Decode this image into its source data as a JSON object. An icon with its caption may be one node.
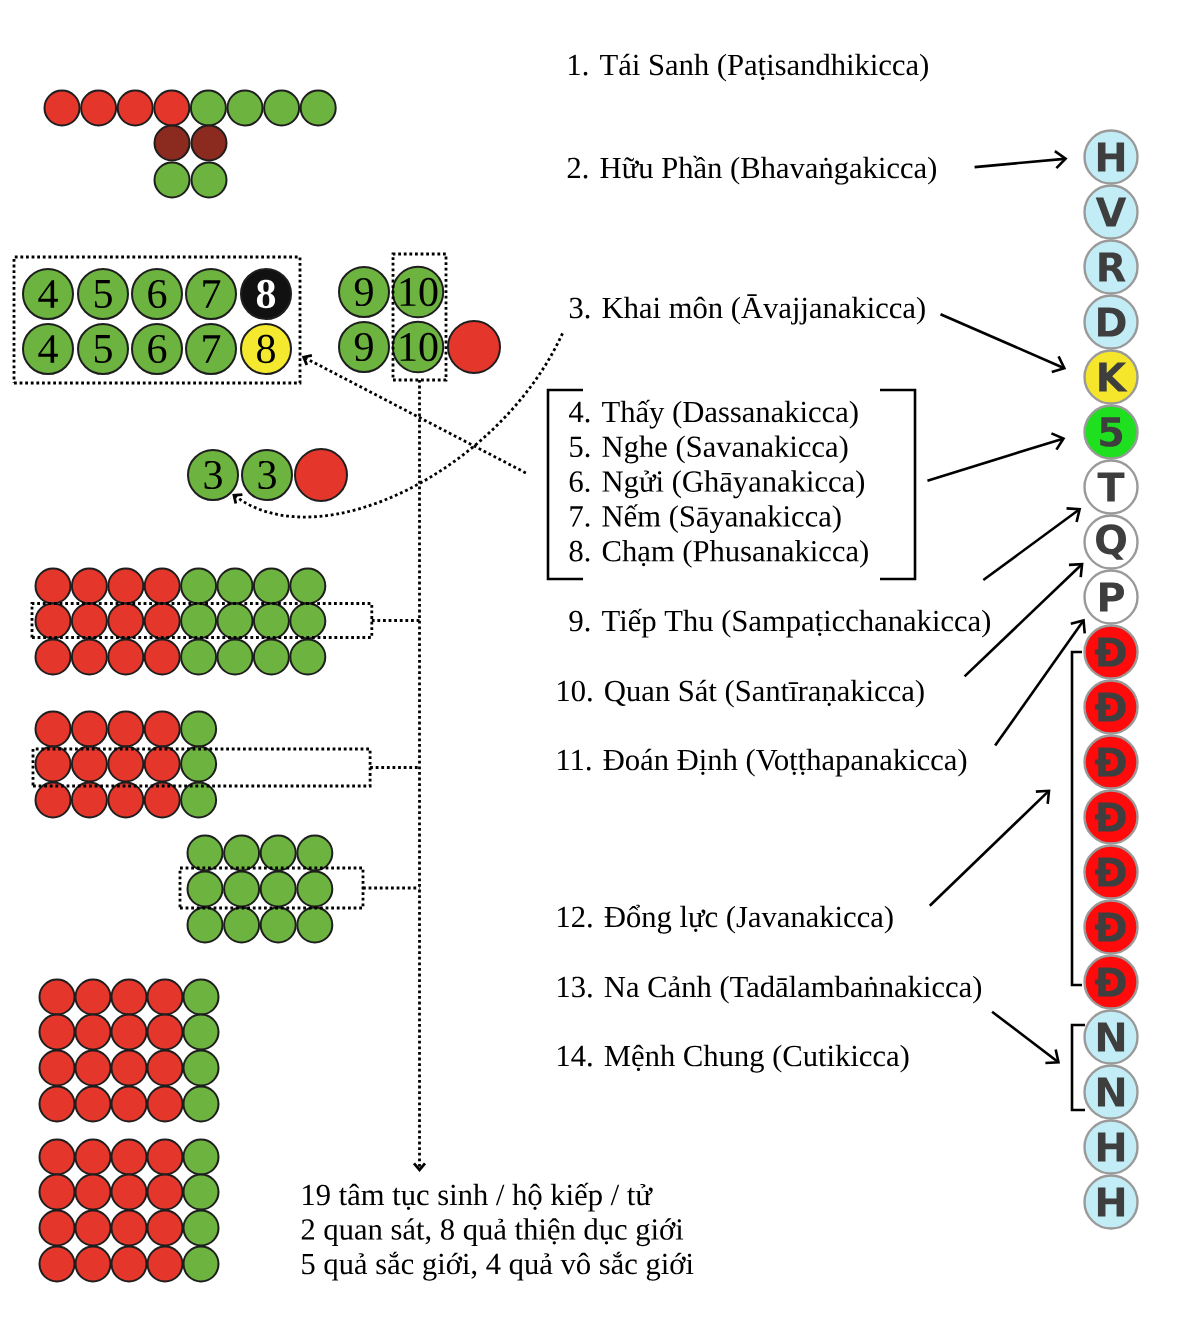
{
  "diagram": {
    "nodes": [
      {
        "text": [],
        "shape": "circle"
      },
      {
        "text": [],
        "shape": "circle"
      },
      {
        "text": [],
        "shape": "circle"
      },
      {
        "text": [],
        "shape": "circle"
      },
      {
        "text": [],
        "shape": "circle"
      },
      {
        "text": [],
        "shape": "circle"
      },
      {
        "text": [],
        "shape": "circle"
      },
      {
        "text": [],
        "shape": "circle"
      },
      {
        "text": [],
        "shape": "circle"
      },
      {
        "text": [],
        "shape": "circle"
      },
      {
        "text": [],
        "shape": "circle"
      },
      {
        "text": [],
        "shape": "circle"
      },
      {
        "text": [],
        "shape": "box"
      },
      {
        "text": [
          "4"
        ],
        "in": 12
      },
      {
        "text": [
          "5"
        ],
        "in": 12
      },
      {
        "text": [
          "6"
        ],
        "in": 12
      },
      {
        "text": [
          "7"
        ],
        "in": 12
      },
      {
        "text": [
          "8"
        ],
        "in": 12
      },
      {
        "text": [
          "4"
        ],
        "in": 12
      },
      {
        "text": [
          "5"
        ],
        "in": 12
      },
      {
        "text": [
          "6"
        ],
        "in": 12
      },
      {
        "text": [
          "7"
        ],
        "in": 12
      },
      {
        "text": [
          "8"
        ],
        "in": 12
      },
      {
        "text": [
          "9"
        ]
      },
      {
        "text": [],
        "shape": "box"
      },
      {
        "text": [
          "10"
        ],
        "in": 24
      },
      {
        "text": [
          "9"
        ]
      },
      {
        "text": [
          "10"
        ],
        "in": 24
      },
      {
        "text": [],
        "shape": "circle"
      },
      {
        "text": [
          "3"
        ]
      },
      {
        "text": [
          "3"
        ]
      },
      {
        "text": [],
        "shape": "circle"
      },
      {
        "text": [],
        "shape": "circle"
      },
      {
        "text": [],
        "shape": "circle"
      },
      {
        "text": [],
        "shape": "circle"
      },
      {
        "text": [],
        "shape": "circle"
      },
      {
        "text": [],
        "shape": "circle"
      },
      {
        "text": [],
        "shape": "circle"
      },
      {
        "text": [],
        "shape": "circle"
      },
      {
        "text": [],
        "shape": "circle"
      },
      {
        "text": [],
        "shape": "box"
      },
      {
        "text": [],
        "shape": "circle",
        "in": 40
      },
      {
        "text": [],
        "shape": "circle",
        "in": 40
      },
      {
        "text": [],
        "shape": "circle",
        "in": 40
      },
      {
        "text": [],
        "shape": "circle",
        "in": 40
      },
      {
        "text": [],
        "shape": "circle",
        "in": 40
      },
      {
        "text": [],
        "shape": "circle",
        "in": 40
      },
      {
        "text": [],
        "shape": "circle",
        "in": 40
      },
      {
        "text": [],
        "shape": "circle",
        "in": 40
      },
      {
        "text": [],
        "shape": "circle"
      },
      {
        "text": [],
        "shape": "circle"
      },
      {
        "text": [],
        "shape": "circle"
      },
      {
        "text": [],
        "shape": "circle"
      },
      {
        "text": [],
        "shape": "circle"
      },
      {
        "text": [],
        "shape": "circle"
      },
      {
        "text": [],
        "shape": "circle"
      },
      {
        "text": [],
        "shape": "circle"
      },
      {
        "text": [],
        "shape": "circle"
      },
      {
        "text": [],
        "shape": "circle"
      },
      {
        "text": [],
        "shape": "circle"
      },
      {
        "text": [],
        "shape": "circle"
      },
      {
        "text": [],
        "shape": "circle"
      },
      {
        "text": [],
        "shape": "box"
      },
      {
        "text": [],
        "shape": "circle",
        "in": 62
      },
      {
        "text": [],
        "shape": "circle",
        "in": 62
      },
      {
        "text": [],
        "shape": "circle",
        "in": 62
      },
      {
        "text": [],
        "shape": "circle",
        "in": 62
      },
      {
        "text": [],
        "shape": "circle",
        "in": 62
      },
      {
        "text": [],
        "shape": "circle"
      },
      {
        "text": [],
        "shape": "circle"
      },
      {
        "text": [],
        "shape": "circle"
      },
      {
        "text": [],
        "shape": "circle"
      },
      {
        "text": [],
        "shape": "circle"
      },
      {
        "text": [],
        "shape": "circle"
      },
      {
        "text": [],
        "shape": "circle"
      },
      {
        "text": [],
        "shape": "circle"
      },
      {
        "text": [],
        "shape": "circle"
      },
      {
        "text": [],
        "shape": "box"
      },
      {
        "text": [],
        "shape": "circle",
        "in": 77
      },
      {
        "text": [],
        "shape": "circle",
        "in": 77
      },
      {
        "text": [],
        "shape": "circle",
        "in": 77
      },
      {
        "text": [],
        "shape": "circle",
        "in": 77
      },
      {
        "text": [],
        "shape": "circle"
      },
      {
        "text": [],
        "shape": "circle"
      },
      {
        "text": [],
        "shape": "circle"
      },
      {
        "text": [],
        "shape": "circle"
      },
      {
        "text": [],
        "shape": "circle"
      },
      {
        "text": [],
        "shape": "circle"
      },
      {
        "text": [],
        "shape": "circle"
      },
      {
        "text": [],
        "shape": "circle"
      },
      {
        "text": [],
        "shape": "circle"
      },
      {
        "text": [],
        "shape": "circle"
      },
      {
        "text": [],
        "shape": "circle"
      },
      {
        "text": [],
        "shape": "circle"
      },
      {
        "text": [],
        "shape": "circle"
      },
      {
        "text": [],
        "shape": "circle"
      },
      {
        "text": [],
        "shape": "circle"
      },
      {
        "text": [],
        "shape": "circle"
      },
      {
        "text": [],
        "shape": "circle"
      },
      {
        "text": [],
        "shape": "circle"
      },
      {
        "text": [],
        "shape": "circle"
      },
      {
        "text": [],
        "shape": "circle"
      },
      {
        "text": [],
        "shape": "circle"
      },
      {
        "text": [],
        "shape": "circle"
      },
      {
        "text": [],
        "shape": "circle"
      },
      {
        "text": [],
        "shape": "circle"
      },
      {
        "text": [],
        "shape": "circle"
      },
      {
        "text": [],
        "shape": "circle"
      },
      {
        "text": [],
        "shape": "circle"
      },
      {
        "text": [],
        "shape": "circle"
      },
      {
        "text": [],
        "shape": "circle"
      },
      {
        "text": [],
        "shape": "circle"
      },
      {
        "text": [],
        "shape": "circle"
      },
      {
        "text": [],
        "shape": "circle"
      },
      {
        "text": [],
        "shape": "circle"
      },
      {
        "text": [],
        "shape": "circle"
      },
      {
        "text": [],
        "shape": "circle"
      },
      {
        "text": [],
        "shape": "circle"
      },
      {
        "text": [],
        "shape": "circle"
      },
      {
        "text": [],
        "shape": "circle"
      },
      {
        "text": [],
        "shape": "circle"
      },
      {
        "text": [],
        "shape": "circle"
      },
      {
        "text": [],
        "shape": "circle"
      },
      {
        "text": [],
        "shape": "circle"
      },
      {
        "text": [],
        "shape": "circle"
      },
      {
        "text": [],
        "shape": "circle"
      },
      {
        "text": [
          "19 tâm tục sinh / hộ kiếp / tử",
          "2 quan sát, 8 quả thiện dục giới",
          "5 quả sắc giới, 4 quả vô sắc giới"
        ]
      },
      {
        "text": [
          "1. Tái Sanh (Paṭisandhikicca)"
        ]
      },
      {
        "text": [
          "2. Hữu Phần (Bhavaṅgakicca)"
        ]
      },
      {
        "text": [
          "3. Khai môn (Āvajjanakicca)"
        ]
      },
      {
        "text": [
          "4. Thấy (Dassanakicca)",
          "5. Nghe (Savanakicca)",
          "6. Ngửi (Ghāyanakicca)",
          "7. Nếm (Sāyanakicca)",
          "8. Chạm (Phusanakicca)"
        ]
      },
      {
        "text": [
          "9. Tiếp Thu (Sampaṭicchanakicca)"
        ]
      },
      {
        "text": [
          "10. Quan Sát (Santīraṇakicca)"
        ]
      },
      {
        "text": [
          "11. Đoán Định (Voṭṭhapanakicca)"
        ]
      },
      {
        "text": [
          "12. Đổng lực (Javanakicca)"
        ]
      },
      {
        "text": [
          "13. Na Cảnh (Tadālambaṅnakicca)"
        ]
      },
      {
        "text": [
          "14. Mệnh Chung (Cutikicca)"
        ]
      },
      {
        "text": [
          "H"
        ]
      },
      {
        "text": [
          "V"
        ]
      },
      {
        "text": [
          "R"
        ]
      },
      {
        "text": [
          "D"
        ]
      },
      {
        "text": [
          "K"
        ]
      },
      {
        "text": [
          "5"
        ]
      },
      {
        "text": [
          "T"
        ]
      },
      {
        "text": [
          "Q"
        ]
      },
      {
        "text": [
          "P"
        ]
      },
      {
        "text": [],
        "shape": "bracket"
      },
      {
        "text": [
          "Đ"
        ]
      },
      {
        "text": [
          "Đ"
        ]
      },
      {
        "text": [
          "Đ"
        ]
      },
      {
        "text": [
          "Đ"
        ]
      },
      {
        "text": [
          "Đ"
        ]
      },
      {
        "text": [
          "Đ"
        ]
      },
      {
        "text": [
          "Đ"
        ]
      },
      {
        "text": [],
        "shape": "bracket"
      },
      {
        "text": [
          "N"
        ]
      },
      {
        "text": [
          "N"
        ]
      },
      {
        "text": [
          "H"
        ]
      },
      {
        "text": [
          "H"
        ]
      }
    ],
    "edges": [
      {
        "from": 128,
        "to": 137,
        "arrow": "to"
      },
      {
        "from": 129,
        "to": 141,
        "arrow": "to"
      },
      {
        "from": 130,
        "to": 142,
        "arrow": "to"
      },
      {
        "from": 131,
        "to": 143,
        "arrow": "to"
      },
      {
        "from": 132,
        "to": 144,
        "arrow": "to"
      },
      {
        "from": 133,
        "to": 145,
        "arrow": "to"
      },
      {
        "from": 134,
        "to": 146,
        "arrow": "to"
      },
      {
        "from": 135,
        "to": 154,
        "arrow": "to"
      },
      {
        "from": 130,
        "to": 12,
        "arrow": "to",
        "style": "dashed"
      },
      {
        "from": 129,
        "to": 29,
        "arrow": "to",
        "style": "dashed"
      },
      {
        "from": 24,
        "to": 126,
        "arrow": "to",
        "style": "dashed"
      },
      {
        "from": 40,
        "to": 126,
        "arrow": "to",
        "style": "dashed"
      },
      {
        "from": 62,
        "to": 126,
        "arrow": "to",
        "style": "dashed"
      },
      {
        "from": 77,
        "to": 126,
        "arrow": "to",
        "style": "dashed"
      }
    ]
  }
}
